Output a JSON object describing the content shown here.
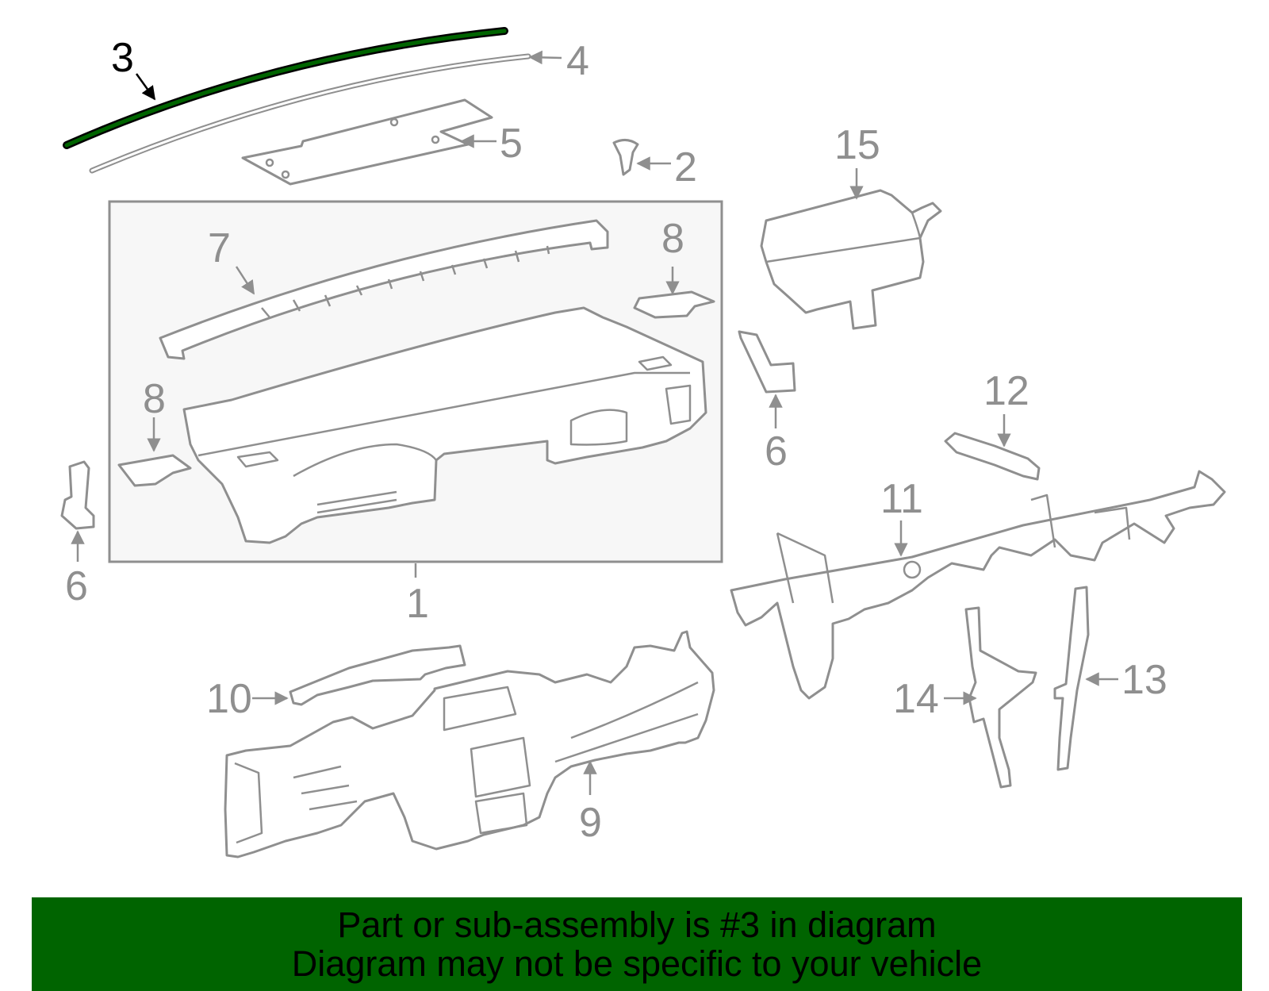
{
  "colors": {
    "highlight_part": "#006400",
    "banner_background": "#006400",
    "linework": "#8f8f8f",
    "highlight_label": "#000000",
    "inset_fill": "#f7f7f7"
  },
  "callouts": {
    "c1": "1",
    "c2": "2",
    "c3": "3",
    "c4": "4",
    "c5": "5",
    "c6a": "6",
    "c6b": "6",
    "c7": "7",
    "c8a": "8",
    "c8b": "8",
    "c9": "9",
    "c10": "10",
    "c11": "11",
    "c12": "12",
    "c13": "13",
    "c14": "14",
    "c15": "15"
  },
  "highlighted_callout": "3",
  "banner": {
    "line1": "Part or sub-assembly is #3 in diagram",
    "line2": "Diagram may not be specific to your vehicle"
  }
}
